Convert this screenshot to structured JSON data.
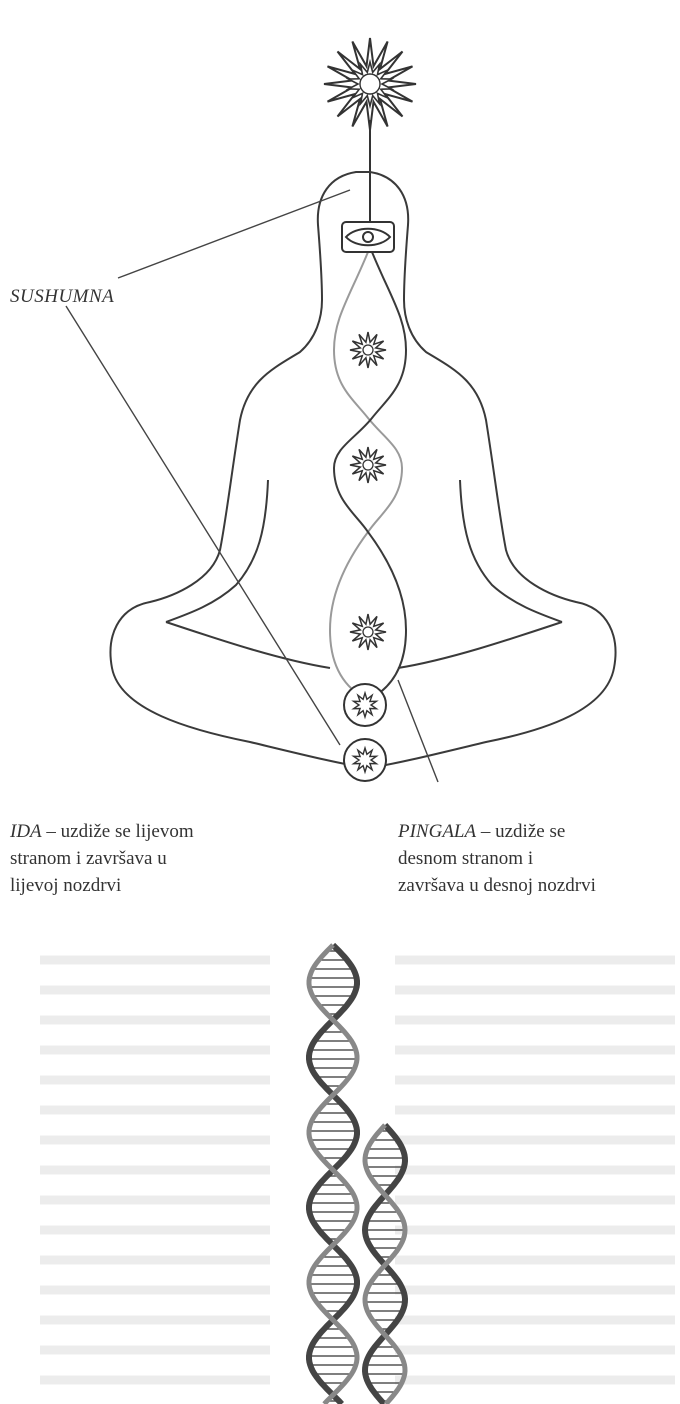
{
  "labels": {
    "sushumna": "SUSHUMNA",
    "ida": {
      "term": "IDA",
      "line1_rest": " – uzdiže se lijevom",
      "line2": "stranom i završava u",
      "line3": "lijevoj nozdrvi"
    },
    "pingala": {
      "term": "PINGALA",
      "line1_rest": " – uzdiže se",
      "line2": "desnom stranom i",
      "line3": "završava u desnoj nozdrvi"
    }
  },
  "colors": {
    "outline": "#3a3a3a",
    "channel_light": "#9a9a9a",
    "background": "#ffffff"
  }
}
